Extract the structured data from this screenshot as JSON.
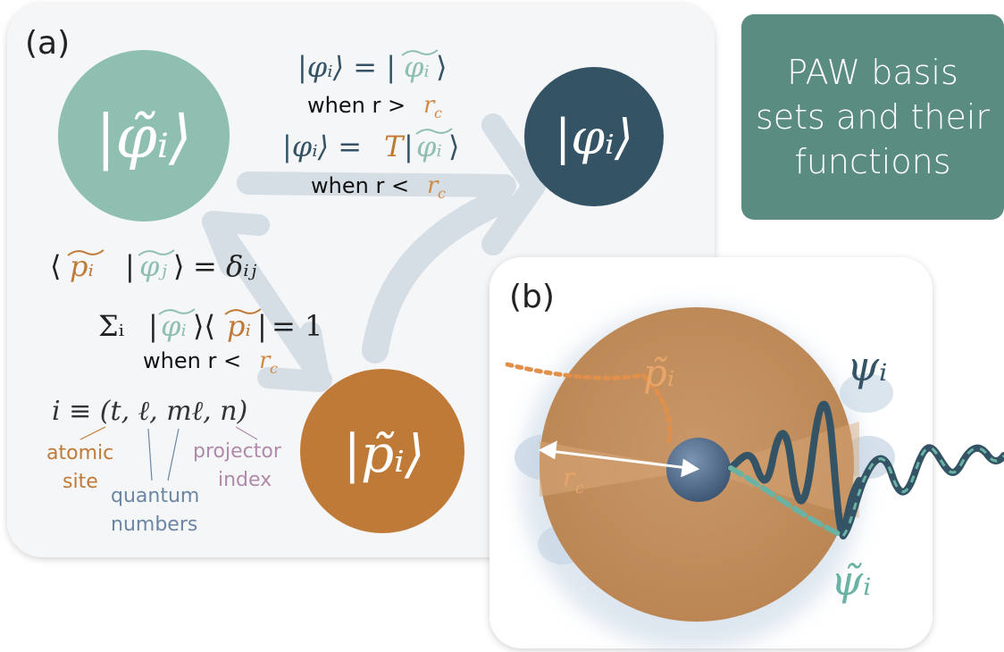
{
  "colors": {
    "teal_light": "#8fbfb0",
    "teal_dark": "#5a8c82",
    "navy": "#345466",
    "orange": "#c07a37",
    "orange_text": "#d08a45",
    "mauve": "#b08aa8",
    "steel_blue": "#6b86a3",
    "wave_dash": "#6ab3a4"
  },
  "title": {
    "line1": "PAW basis",
    "line2": "sets and their",
    "line3": "functions"
  },
  "panel_a": {
    "label": "(a)",
    "ket_phi_tilde": "|φ̃ᵢ⟩",
    "ket_phi": "|φᵢ⟩",
    "ket_p_tilde": "|p̃ᵢ⟩",
    "eq1_left": "|φᵢ⟩ = |",
    "eq1_right": "φᵢ",
    "eq1_cond_prefix": "when r > ",
    "eq1_cond_var": "r",
    "eq1_cond_sub": "c",
    "eq2_left": "|φᵢ⟩ = ",
    "eq2_T": "T",
    "eq2_right": "φᵢ",
    "eq2_cond_prefix": "when r < ",
    "eq2_cond_var": "r",
    "eq2_cond_sub": "c",
    "eq3_p": "pᵢ",
    "eq3_phi": "φⱼ",
    "eq3_rhs": "= δᵢⱼ",
    "eq4_sum": "Σᵢ",
    "eq4_phi": "φᵢ",
    "eq4_p": "pᵢ",
    "eq4_rhs": "= 1",
    "eq4_cond_prefix": "when r < ",
    "eq4_cond_var": "r",
    "eq4_cond_sub": "c",
    "index_def": "i ≡ (t, ℓ, mℓ, n)",
    "atomic_line1": "atomic",
    "atomic_line2": "site",
    "quantum_line1": "quantum",
    "quantum_line2": "numbers",
    "projector_line1": "projector",
    "projector_line2": "index"
  },
  "panel_b": {
    "label": "(b)",
    "p_tilde": "p̃ᵢ",
    "psi": "ψᵢ",
    "psi_tilde": "ψ̃ᵢ",
    "rc_var": "r",
    "rc_sub": "c"
  }
}
